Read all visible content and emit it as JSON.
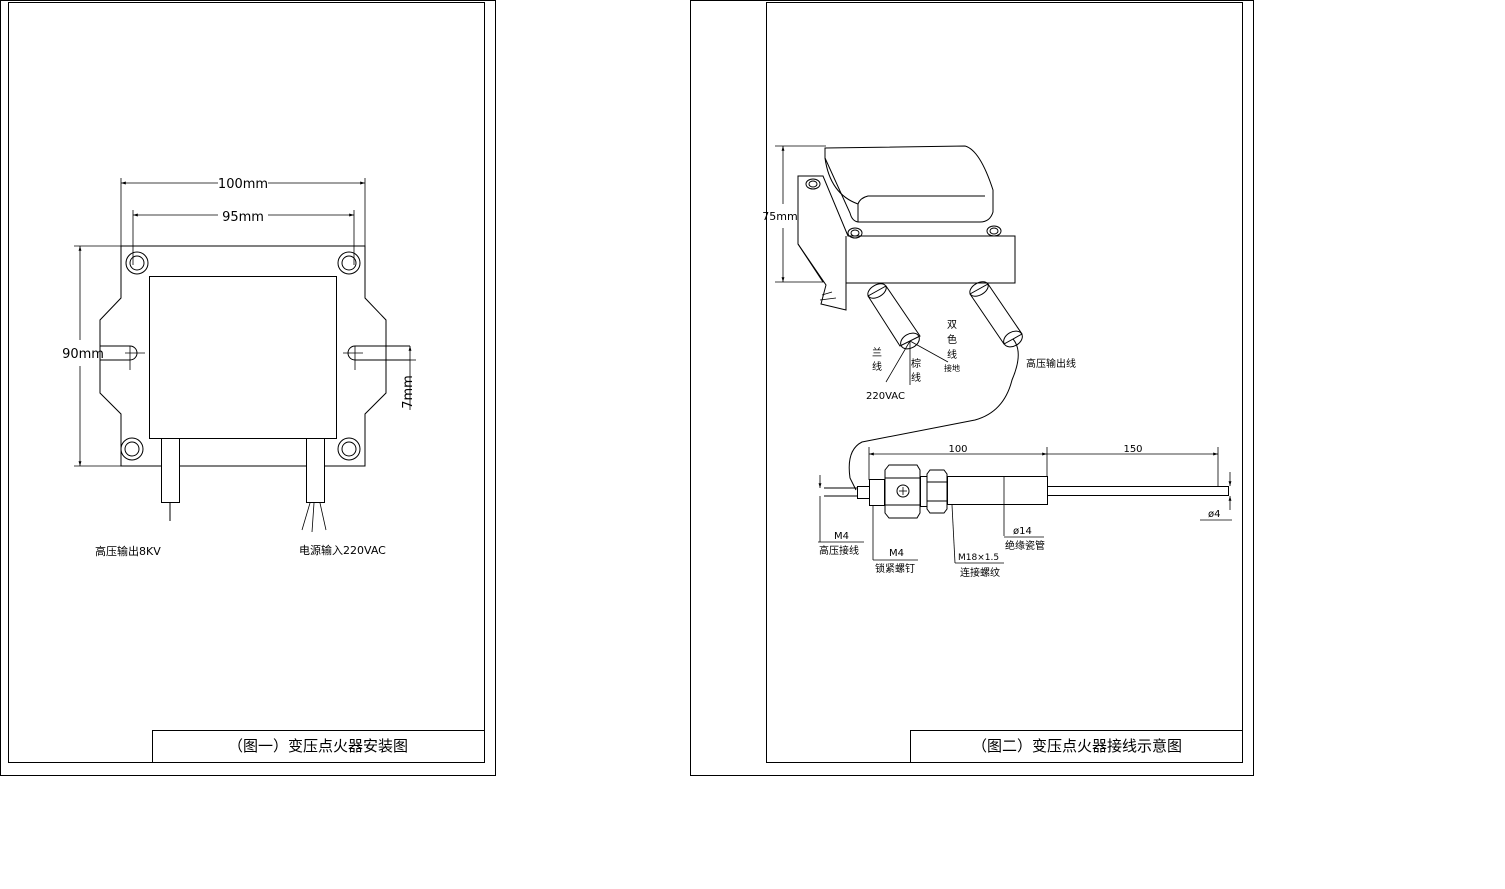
{
  "fig1": {
    "title": "（图一）变压点火器安装图",
    "dim_width_outer": "100mm",
    "dim_width_inner": "95mm",
    "dim_height": "90mm",
    "dim_slot": "7mm",
    "label_hv_output": "高压输出8KV",
    "label_power_input": "电源输入220VAC"
  },
  "fig2": {
    "title": "（图二）变压点火器接线示意图",
    "dim_height": "75mm",
    "wire_blue_char1": "兰",
    "wire_blue_char2": "线",
    "wire_brown_char1": "棕",
    "wire_brown_char2": "线",
    "wire_bicolor_char1": "双",
    "wire_bicolor_char2": "色",
    "wire_bicolor_char3": "线",
    "wire_bicolor_char4": "接地",
    "label_voltage": "220VAC",
    "label_hv_output_wire": "高压输出线",
    "dim_100": "100",
    "dim_150": "150",
    "label_m4_a": "M4",
    "label_hv_wire": "高压接线",
    "label_m4_b": "M4",
    "label_lock_screw": "锁紧螺钉",
    "label_thread_spec": "M18×1.5",
    "label_connect_thread": "连接螺纹",
    "label_d14": "ø14",
    "label_ceramic": "绝缘瓷管",
    "label_d4": "ø4"
  }
}
